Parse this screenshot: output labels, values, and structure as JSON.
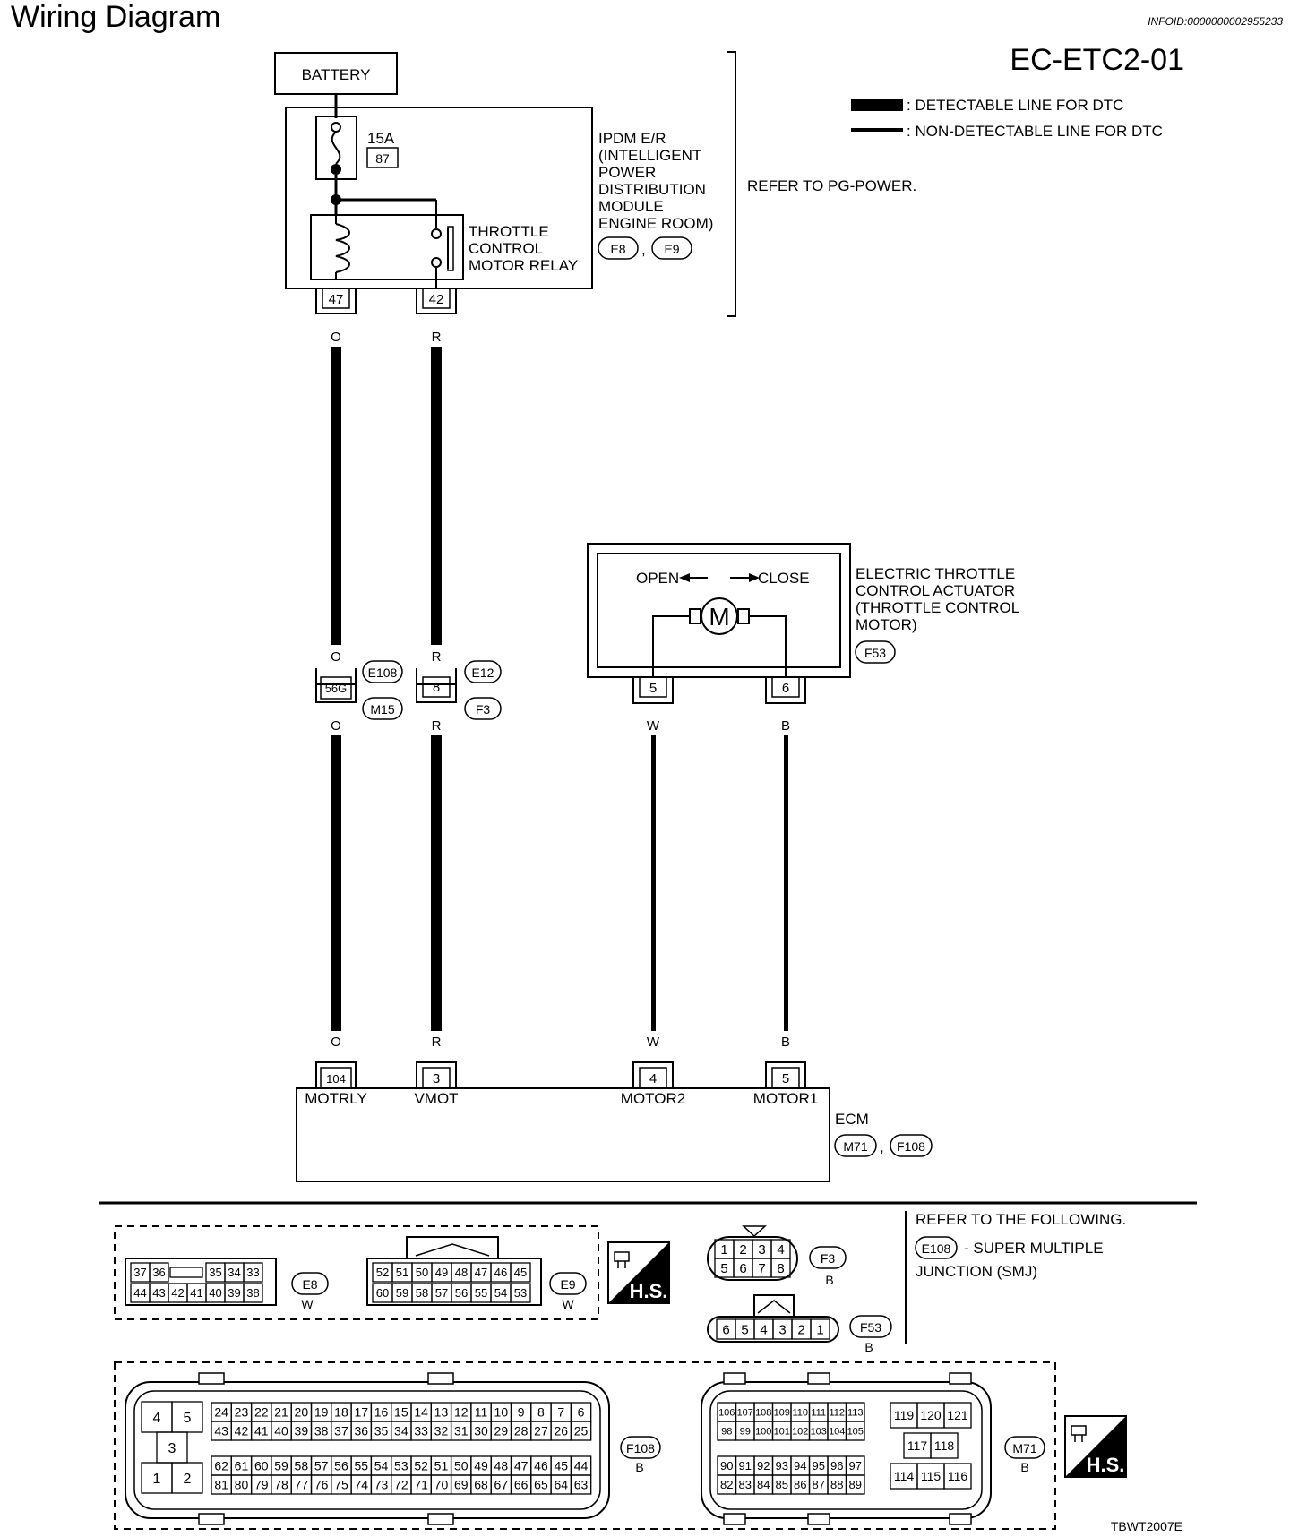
{
  "header": {
    "title": "Wiring Diagram",
    "info_id": "INFOID:0000000002955233",
    "page_code": "EC-ETC2-01"
  },
  "legend": {
    "detectable": ": DETECTABLE LINE FOR DTC",
    "non_detectable": ": NON-DETECTABLE LINE FOR DTC"
  },
  "battery": {
    "label": "BATTERY"
  },
  "ipdm": {
    "fuse_amp": "15A",
    "fuse_num": "87",
    "lines": [
      "IPDM E/R",
      "(INTELLIGENT",
      " POWER",
      " DISTRIBUTION",
      " MODULE",
      " ENGINE ROOM)"
    ],
    "connectors": [
      "E8",
      "E9"
    ],
    "relay_lines": [
      "THROTTLE",
      "CONTROL",
      "MOTOR RELAY"
    ],
    "pins": [
      "47",
      "42"
    ],
    "refer": "REFER TO PG-POWER."
  },
  "wires": {
    "colors": [
      "O",
      "R",
      "W",
      "B"
    ]
  },
  "junctions": {
    "j1": {
      "pin": "56G",
      "top": "E108",
      "bottom": "M15"
    },
    "j2": {
      "pin": "8",
      "top": "E12",
      "bottom": "F3"
    }
  },
  "actuator": {
    "open": "OPEN",
    "close": "CLOSE",
    "motor": "M",
    "lines": [
      "ELECTRIC THROTTLE",
      "CONTROL ACTUATOR",
      "(THROTTLE CONTROL",
      " MOTOR)"
    ],
    "connector": "F53",
    "pins": [
      "5",
      "6"
    ]
  },
  "ecm": {
    "label": "ECM",
    "connectors": [
      "M71",
      "F108"
    ],
    "pins": [
      "104",
      "3",
      "4",
      "5"
    ],
    "terminals": [
      "MOTRLY",
      "VMOT",
      "MOTOR2",
      "MOTOR1"
    ]
  },
  "connector_views": {
    "e8": {
      "name": "E8",
      "color": "W",
      "row1": [
        "37",
        "36",
        "",
        "35",
        "34",
        "33"
      ],
      "row2": [
        "44",
        "43",
        "42",
        "41",
        "40",
        "39",
        "38"
      ]
    },
    "e9": {
      "name": "E9",
      "color": "W",
      "row1": [
        "52",
        "51",
        "50",
        "49",
        "48",
        "47",
        "46",
        "45"
      ],
      "row2": [
        "60",
        "59",
        "58",
        "57",
        "56",
        "55",
        "54",
        "53"
      ]
    },
    "f3": {
      "name": "F3",
      "color": "B",
      "row1": [
        "1",
        "2",
        "3",
        "4"
      ],
      "row2": [
        "5",
        "6",
        "7",
        "8"
      ]
    },
    "f53": {
      "name": "F53",
      "color": "B",
      "row": [
        "6",
        "5",
        "4",
        "3",
        "2",
        "1"
      ]
    },
    "f108": {
      "name": "F108",
      "color": "B",
      "left": [
        "4",
        "5",
        "3",
        "1",
        "2"
      ],
      "r1": [
        "24",
        "23",
        "22",
        "21",
        "20",
        "19",
        "18",
        "17",
        "16",
        "15",
        "14",
        "13",
        "12",
        "11",
        "10",
        "9",
        "8",
        "7",
        "6"
      ],
      "r2": [
        "43",
        "42",
        "41",
        "40",
        "39",
        "38",
        "37",
        "36",
        "35",
        "34",
        "33",
        "32",
        "31",
        "30",
        "29",
        "28",
        "27",
        "26",
        "25"
      ],
      "r3": [
        "62",
        "61",
        "60",
        "59",
        "58",
        "57",
        "56",
        "55",
        "54",
        "53",
        "52",
        "51",
        "50",
        "49",
        "48",
        "47",
        "46",
        "45",
        "44"
      ],
      "r4": [
        "81",
        "80",
        "79",
        "78",
        "77",
        "76",
        "75",
        "74",
        "73",
        "72",
        "71",
        "70",
        "69",
        "68",
        "67",
        "66",
        "65",
        "64",
        "63"
      ]
    },
    "m71": {
      "name": "M71",
      "color": "B",
      "r1": [
        "106",
        "107",
        "108",
        "109",
        "110",
        "111",
        "112",
        "113"
      ],
      "r2": [
        "98",
        "99",
        "100",
        "101",
        "102",
        "103",
        "104",
        "105"
      ],
      "r3": [
        "90",
        "91",
        "92",
        "93",
        "94",
        "95",
        "96",
        "97"
      ],
      "r4": [
        "82",
        "83",
        "84",
        "85",
        "86",
        "87",
        "88",
        "89"
      ],
      "right": [
        "119",
        "120",
        "121",
        "117",
        "118",
        "114",
        "115",
        "116"
      ]
    },
    "hs": "H.S."
  },
  "refer_following": {
    "line1": "REFER TO THE FOLLOWING.",
    "code": "E108",
    "desc1": "- SUPER MULTIPLE",
    "desc2": "JUNCTION (SMJ)"
  },
  "footer_code": "TBWT2007E"
}
